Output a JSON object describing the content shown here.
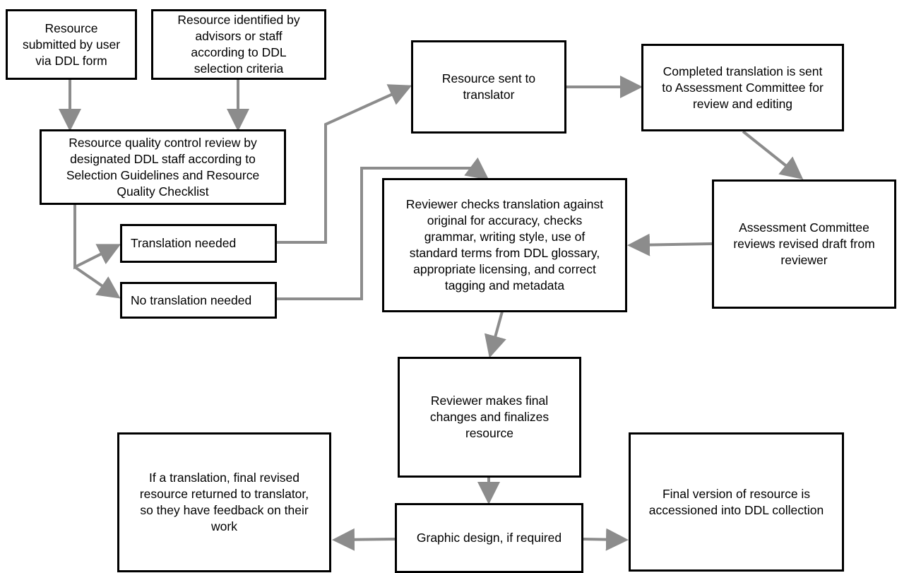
{
  "colors": {
    "border": "#000000",
    "arrow": "#8c8c8c",
    "text": "#000000"
  },
  "nodes": {
    "submitted": "Resource\nsubmitted by user\nvia DDL form",
    "identified": "Resource identified by\nadvisors or staff\naccording to DDL\nselection criteria",
    "qc_review": "Resource quality control review by\ndesignated DDL staff according to\nSelection Guidelines and Resource\nQuality Checklist",
    "translation_needed": "Translation needed",
    "no_translation_needed": "No translation needed",
    "sent_to_translator": "Resource sent to\ntranslator",
    "completed_translation": "Completed translation is sent\nto Assessment Committee for\nreview and editing",
    "reviewer_checks": "Reviewer checks translation against\noriginal for accuracy, checks\ngrammar, writing style, use of\nstandard terms from DDL glossary,\nappropriate licensing, and correct\ntagging and metadata",
    "committee_reviews": "Assessment Committee\nreviews revised draft from\nreviewer",
    "final_changes": "Reviewer makes final\nchanges and finalizes\nresource",
    "returned_to_translator": "If a translation, final revised\nresource returned to translator,\nso they have feedback on their\nwork",
    "graphic_design": "Graphic design, if required",
    "accessioned": "Final version of resource is\naccessioned into DDL collection"
  }
}
